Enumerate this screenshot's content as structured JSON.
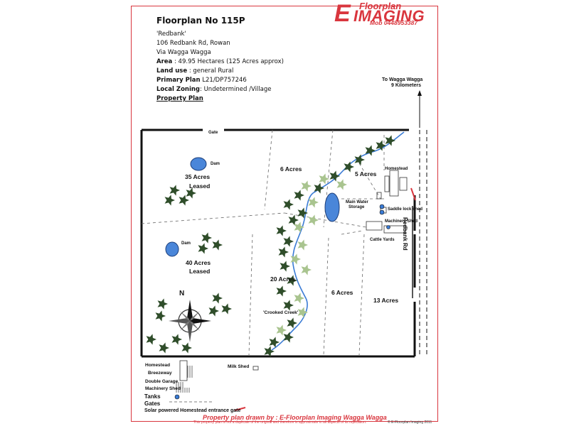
{
  "logo": {
    "top": "Floorplan",
    "letter": "E",
    "main": "IMAGING",
    "mobile": "Mob 0448953387"
  },
  "header": {
    "title": "Floorplan No 115P",
    "property_name": "'Redbank'",
    "address1": "106 Redbank Rd, Rowan",
    "address2": "Via Wagga Wagga",
    "area_label": "Area",
    "area_value": " : 49.95 Hectares (125 Acres approx)",
    "landuse_label": "Land use",
    "landuse_value": " : general Rural",
    "plan_label": "Primary Plan",
    "plan_value": " L21/DP757246",
    "zoning_label": "Local Zoning",
    "zoning_value": ": Undetermined /Village",
    "property_plan": "Property Plan"
  },
  "direction": {
    "line1": "To Wagga Wagga",
    "line2": "9 Kilometers"
  },
  "map": {
    "gate": "Gate",
    "dam1": "Dam",
    "dam2": "Dam",
    "paddock_35_a": "35 Acres",
    "paddock_35_b": "Leased",
    "paddock_40_a": "40 Acres",
    "paddock_40_b": "Leased",
    "paddock_6a": "6 Acres",
    "paddock_5": "5 Acres",
    "paddock_20": "20 Acres",
    "paddock_6b": "6 Acres",
    "paddock_13": "13 Acres",
    "homestead": "Homestead",
    "water_storage_1": "Main Water",
    "water_storage_2": "Storage",
    "saddle_shed": "Saddle lock shed",
    "machinery_shed": "Machinery Shed",
    "cattle_yards": "Cattle Yards",
    "creek": "'Crooked Creek'",
    "road": "Redbank Rd",
    "north": "N"
  },
  "legend": {
    "homestead": "Homestead",
    "breezeway": "Breezeway",
    "double_garage": "Double Garage",
    "machinery_shed": "Machinery Shed",
    "tanks": "Tanks",
    "gates": "Gates",
    "solar_gate": "Solar powered Homestead entrance gate",
    "milk_shed": "Milk Shed"
  },
  "footer": {
    "drawn_by": "Property plan drawn by : E-Floorplan Imaging Wagga Wagga",
    "disclaimer": "This property plan is not a duplicate of the original and therefore is approximate in all aspects of its replication.",
    "copyright": "© E-Floorplan Imaging 2011"
  },
  "colors": {
    "brand_red": "#d9363e",
    "creek_blue": "#3a7bd5",
    "dam_blue": "#4a86d9",
    "tree_dark": "#2f4d2a",
    "tree_light": "#a9c48f"
  }
}
